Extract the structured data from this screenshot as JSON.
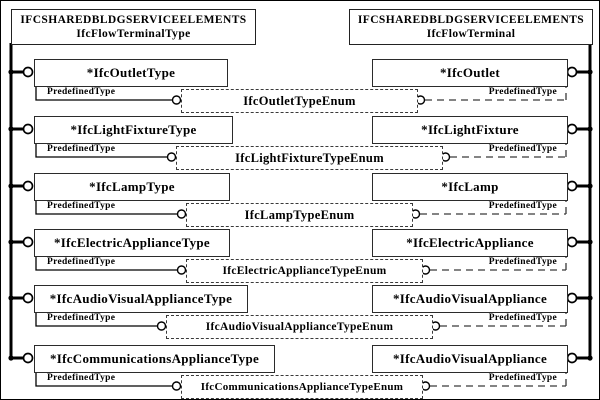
{
  "headers": {
    "left": {
      "line1": "IFCSHAREDBLDGSERVICEELEMENTS",
      "line2": "IfcFlowTerminalType"
    },
    "right": {
      "line1": "IFCSHAREDBLDGSERVICEELEMENTS",
      "line2": "IfcFlowTerminal"
    }
  },
  "rows": [
    {
      "left_entity": "*IfcOutletType",
      "right_entity": "*IfcOutlet",
      "enum_type": "IfcOutletTypeEnum",
      "left_attr": "PredefinedType",
      "right_attr": "PredefinedType"
    },
    {
      "left_entity": "*IfcLightFixtureType",
      "right_entity": "*IfcLightFixture",
      "enum_type": "IfcLightFixtureTypeEnum",
      "left_attr": "PredefinedType",
      "right_attr": "PredefinedType"
    },
    {
      "left_entity": "*IfcLampType",
      "right_entity": "*IfcLamp",
      "enum_type": "IfcLampTypeEnum",
      "left_attr": "PredefinedType",
      "right_attr": "PredefinedType"
    },
    {
      "left_entity": "*IfcElectricApplianceType",
      "right_entity": "*IfcElectricAppliance",
      "enum_type": "IfcElectricApplianceTypeEnum",
      "left_attr": "PredefinedType",
      "right_attr": "PredefinedType"
    },
    {
      "left_entity": "*IfcAudioVisualApplianceType",
      "right_entity": "*IfcAudioVisualAppliance",
      "enum_type": "IfcAudioVisualApplianceTypeEnum",
      "left_attr": "PredefinedType",
      "right_attr": "PredefinedType"
    },
    {
      "left_entity": "*IfcCommunicationsApplianceType",
      "right_entity": "*IfcAudioVisualAppliance",
      "enum_type": "IfcCommunicationsApplianceTypeEnum",
      "left_attr": "PredefinedType",
      "right_attr": "PredefinedType"
    }
  ],
  "colors": {
    "line": "#000000",
    "box_border": "#2b2b2b",
    "dashed_line": "#3a3a3a",
    "background": "#ffffff"
  }
}
